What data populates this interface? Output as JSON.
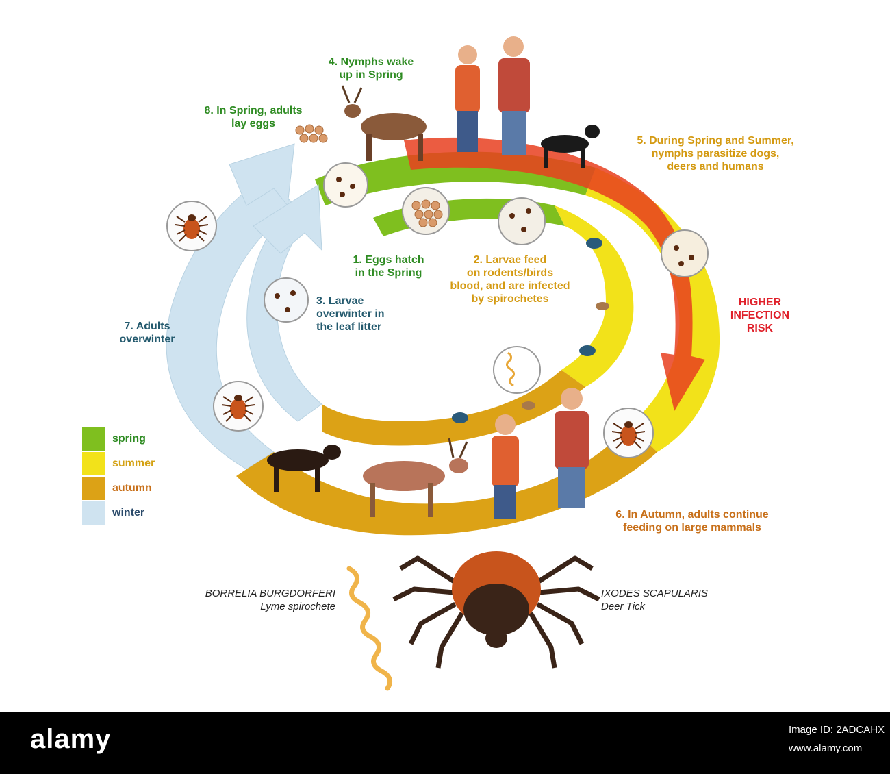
{
  "colors": {
    "spring": "#7fbf1f",
    "summer": "#f2e21a",
    "autumn": "#dca216",
    "winter": "#cfe3f0",
    "risk": "#e84020",
    "tick_body": "#c8541c"
  },
  "legend": {
    "spring": "spring",
    "summer": "summer",
    "autumn": "autumn",
    "winter": "winter"
  },
  "steps": {
    "s1": "1. Eggs hatch\nin the Spring",
    "s2": "2. Larvae feed\non rodents/birds\nblood, and are infected\nby spirochetes",
    "s3": "3. Larvae\noverwinter in\nthe leaf litter",
    "s4": "4. Nymphs wake\nup in Spring",
    "s5": "5. During Spring and Summer,\nnymphs parasitize dogs,\ndeers and humans",
    "s6": "6. In Autumn, adults continue\nfeeding on large mammals",
    "s7": "7. Adults\noverwinter",
    "s8": "8. In Spring, adults\nlay eggs"
  },
  "risk_label": "HIGHER\nINFECTION\nRISK",
  "species": {
    "bacterium_name": "BORRELIA BURGDORFERI",
    "bacterium_common": "Lyme spirochete",
    "tick_name": "IXODES SCAPULARIS",
    "tick_common": "Deer Tick"
  },
  "footer": {
    "logo": "alamy",
    "image_id": "Image ID: 2ADCAHX",
    "url": "www.alamy.com"
  }
}
